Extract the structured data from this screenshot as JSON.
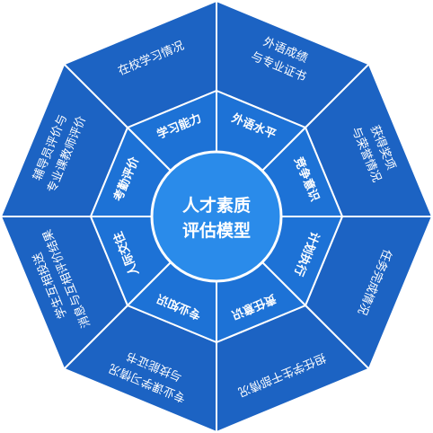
{
  "center": {
    "line1": "人才素质",
    "line2": "评估模型"
  },
  "inner": [
    "外语水平",
    "竞争意识",
    "计划执行",
    "责任意识",
    "专业知识",
    "人际交往",
    "考勤评价",
    "学习能力"
  ],
  "outer": [
    [
      "外语成绩",
      "与专业证书"
    ],
    [
      "获得奖项",
      "与荣誉情况"
    ],
    [
      "任务完成情况"
    ],
    [
      "担任学生干部情况"
    ],
    [
      "专业课学习情况",
      "与技能证书"
    ],
    [
      "学生互相投送",
      "消息与互相评价结果"
    ],
    [
      "辅导员评价与",
      "专业课教师评价"
    ],
    [
      "在校学习情况"
    ]
  ],
  "colors": {
    "outer_fill": "#1c63c3",
    "inner_fill": "#1d72d6",
    "center_fill": "#2a8bea",
    "border": "#ffffff"
  }
}
